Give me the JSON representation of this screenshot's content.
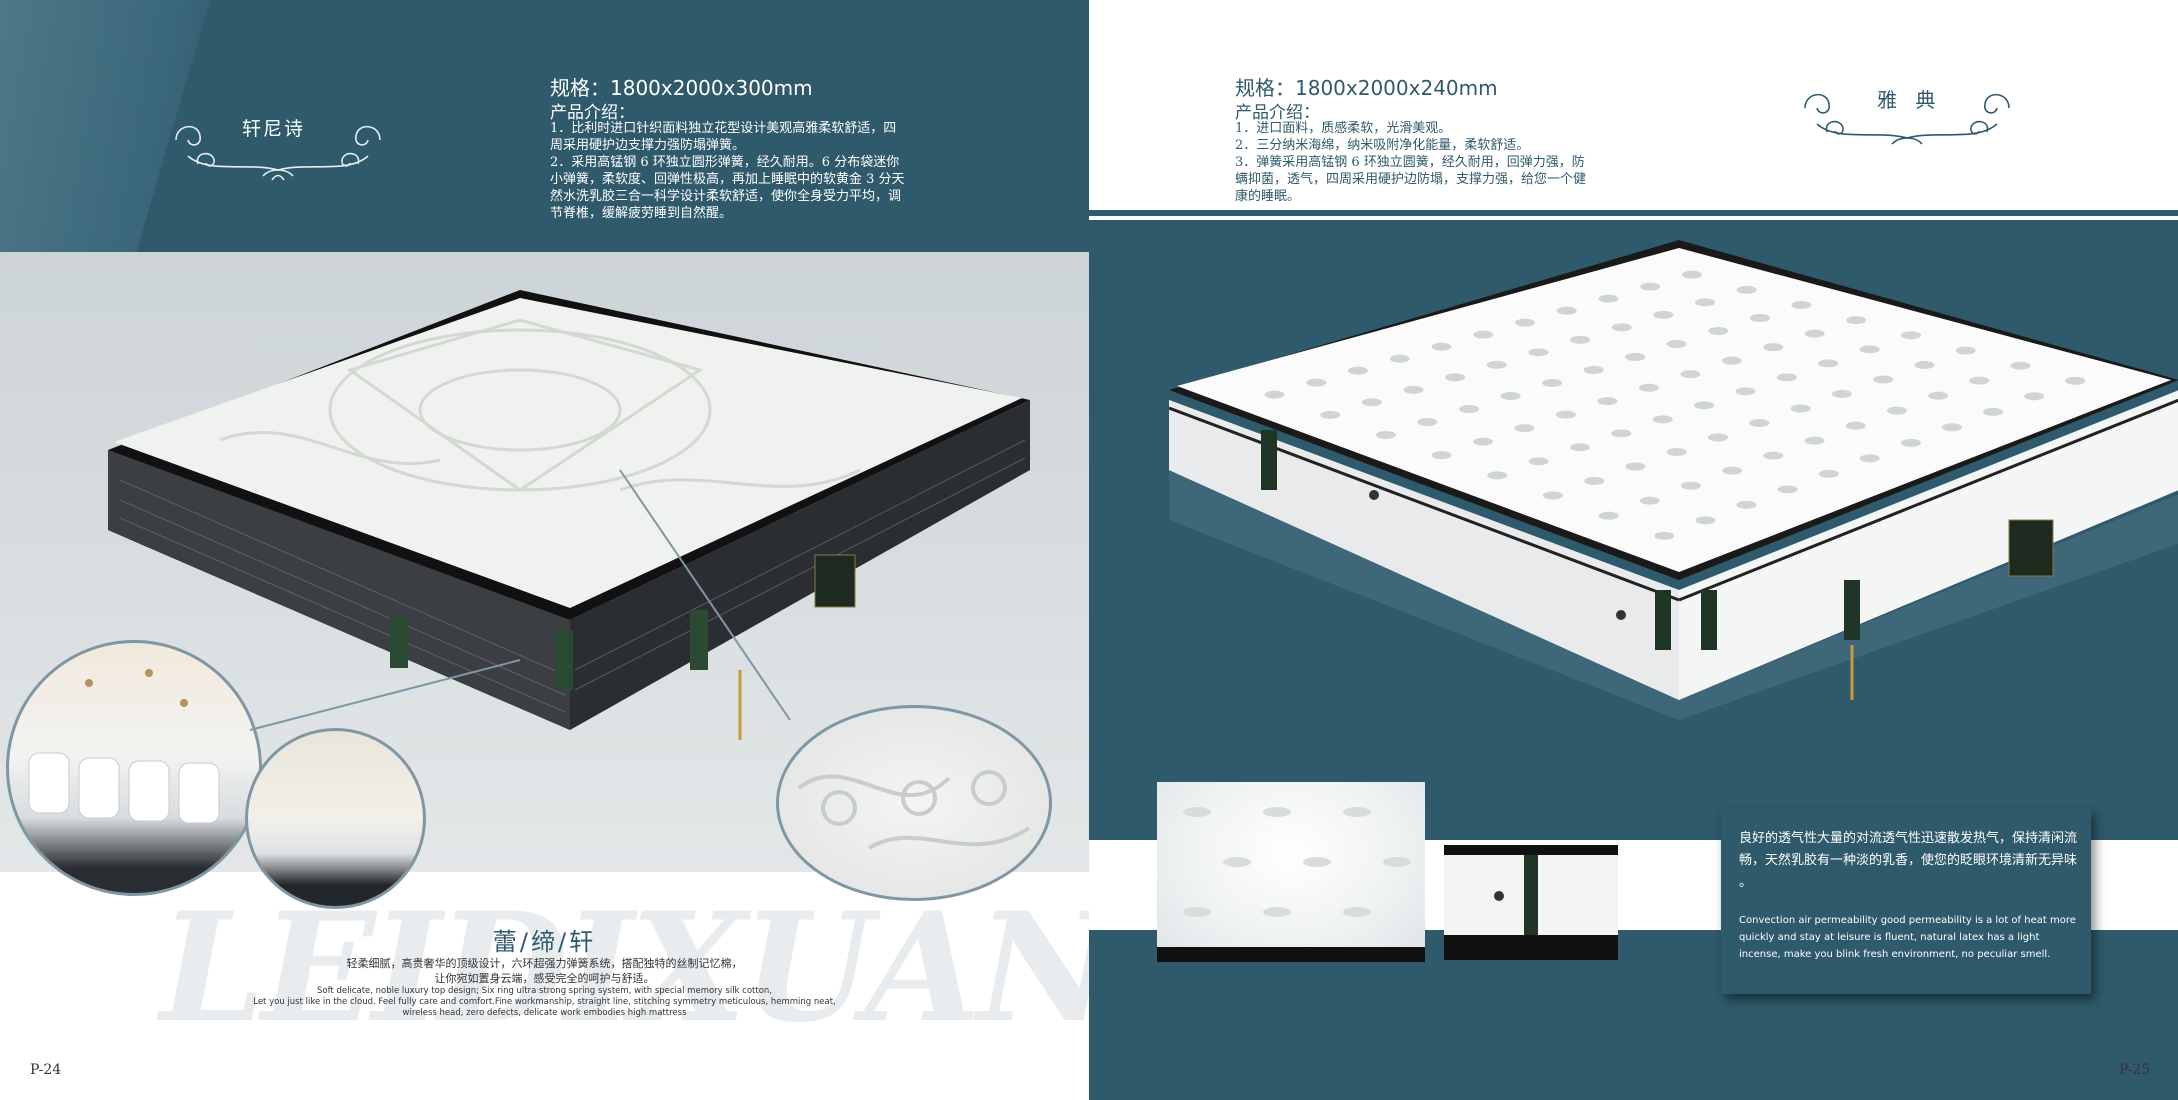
{
  "left": {
    "brand_name": "轩尼诗",
    "spec": "规格：1800x2000x300mm",
    "intro_title": "产品介绍：",
    "features": [
      "1．比利时进口针织面料独立花型设计美观高雅柔软舒适，四",
      "周采用硬护边支撑力强防塌弹簧。",
      "2．采用高锰钢 6 环独立圆形弹簧，经久耐用。6 分布袋迷你",
      "小弹簧，柔软度、回弹性极高，再加上睡眠中的软黄金 3 分天",
      "然水洗乳胶三合一科学设计柔软舒适，使你全身受力平均，调",
      "节脊椎，缓解疲劳睡到自然醒。"
    ],
    "watermark": "LEIDIXUAN",
    "brand_cn": "蕾/缔/轩",
    "desc_cn": [
      "轻柔细腻，高贵奢华的顶级设计，六环超强力弹簧系统，搭配独特的丝制记忆棉，",
      "让你宛如置身云端，感受完全的呵护与舒适。"
    ],
    "desc_en": [
      "Soft delicate, noble luxury top design; Six ring ultra strong spring system, with special memory silk cotton,",
      "Let you just like in the cloud. Feel fully care and comfort.Fine workmanship, straight line, stitching symmetry meticulous, hemming neat,",
      "wireless head, zero defects, delicate work embodies high mattress"
    ],
    "page_number": "P-24"
  },
  "right": {
    "spec": "规格：1800x2000x240mm",
    "intro_title": "产品介绍：",
    "features": [
      "1．进口面料，质感柔软，光滑美观。",
      "2．三分纳米海绵，纳米吸附净化能量，柔软舒适。",
      "3．弹簧采用高锰钢 6 环独立圆簧，经久耐用，回弹力强，防",
      "螨抑菌，透气，四周采用硬护边防塌，支撑力强，给您一个健",
      "康的睡眠。"
    ],
    "brand_name": "雅 典",
    "callout_cn": "良好的透气性大量的对流透气性迅速散发热气，保持清闲流畅，天然乳胶有一种淡的乳香，使您的眨眼环境清新无异味 。",
    "callout_en": "Convection air permeability good permeability is a lot of heat more quickly and stay at leisure is fluent, natural latex has a light incense, make you blink fresh environment, no peculiar smell.",
    "page_number": "P-25"
  },
  "colors": {
    "brand_blue": "#2f5a6c",
    "light_grey": "#d9dee0",
    "white": "#ffffff"
  }
}
